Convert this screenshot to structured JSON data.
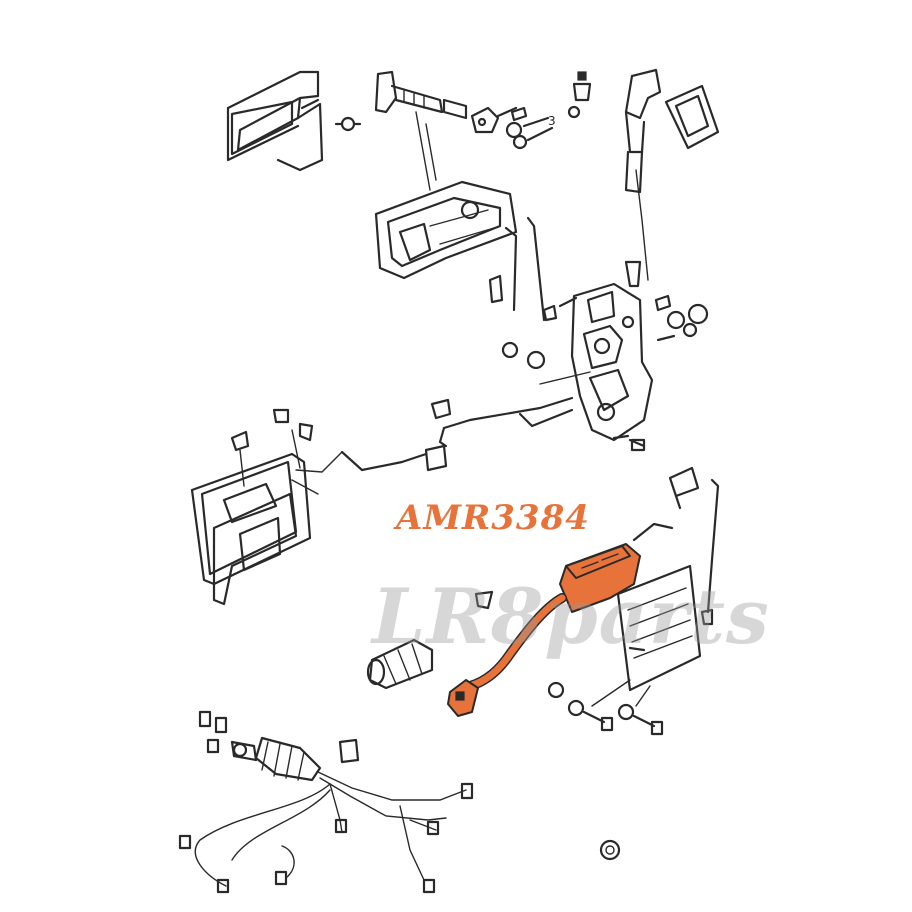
{
  "diagram": {
    "highlighted_part": {
      "part_number": "AMR3384",
      "color": "#e8733a"
    },
    "callouts": [
      "3"
    ],
    "watermark": {
      "text": "LR8parts",
      "color": "#969696"
    },
    "line_color": "#2a2a2a",
    "background": "#ffffff"
  }
}
